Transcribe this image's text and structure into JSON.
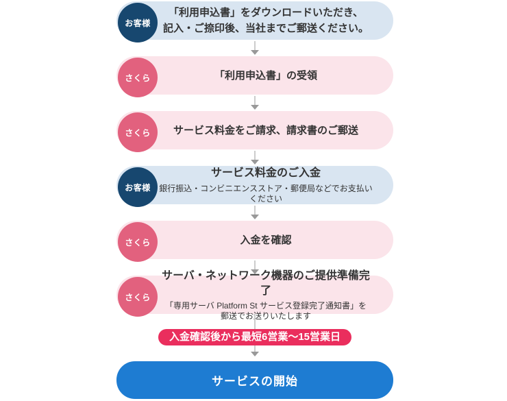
{
  "colors": {
    "customer_pill_bg": "#d9e5f1",
    "customer_circle_bg": "#17476f",
    "sakura_pill_bg": "#fbe4ea",
    "sakura_circle_bg": "#e2617e",
    "duration_badge_bg": "#ea2e5d",
    "start_button_bg": "#1e7cd2",
    "text": "#333333",
    "arrow_stem": "#cccccc",
    "arrow_head": "#999999"
  },
  "steps": [
    {
      "actor": "お客様",
      "type": "customer",
      "lines": [
        "「利用申込書」をダウンロードいただき、",
        "記入・ご捺印後、当社までご郵送ください。"
      ]
    },
    {
      "actor": "さくら",
      "type": "sakura",
      "title": "「利用申込書」の受領"
    },
    {
      "actor": "さくら",
      "type": "sakura",
      "title": "サービス料金をご請求、請求書のご郵送"
    },
    {
      "actor": "お客様",
      "type": "customer",
      "title": "サービス料金のご入金",
      "subtitle": "銀行振込・コンビニエンスストア・郵便局などでお支払いください"
    },
    {
      "actor": "さくら",
      "type": "sakura",
      "title": "入金を確認"
    },
    {
      "actor": "さくら",
      "type": "sakura",
      "title": "サーバ・ネットワーク機器のご提供準備完了",
      "subtitle_lines": [
        "「専用サーバ Platform St サービス登録完了通知書」を",
        "郵送でお送りいたします"
      ]
    }
  ],
  "duration_badge": {
    "label": "入金確認後から最短6営業～15営業日"
  },
  "final_step": {
    "label": "サービスの開始"
  }
}
